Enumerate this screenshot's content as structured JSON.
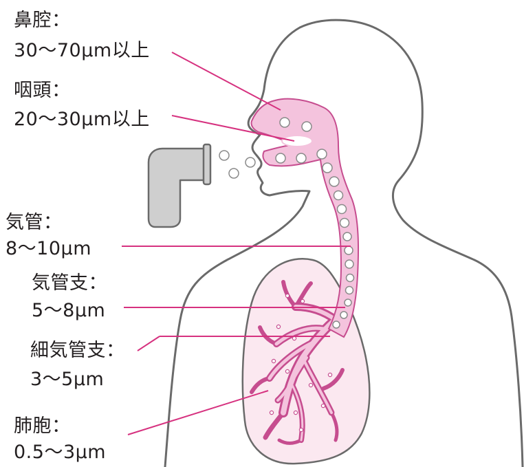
{
  "labels": {
    "nasal_cavity": {
      "name": "鼻腔：",
      "size": "30〜70μm以上"
    },
    "pharynx": {
      "name": "咽頭：",
      "size": "20〜30μm以上"
    },
    "trachea": {
      "name": "気管：",
      "size": "8〜10μm"
    },
    "bronchus": {
      "name": "気管支：",
      "size": "5〜8μm"
    },
    "bronchiole": {
      "name": "細気管支：",
      "size": "3〜5μm"
    },
    "alveolus": {
      "name": "肺胞：",
      "size": "0.5〜3μm"
    }
  },
  "colors": {
    "airway_fill": "#f4c3dd",
    "airway_stroke": "#c64d8f",
    "leader_line": "#d6317f",
    "lung_fill": "#fbe8f0",
    "body_outline": "#6a6a6a",
    "inhaler_fill": "#cfcfcf"
  }
}
